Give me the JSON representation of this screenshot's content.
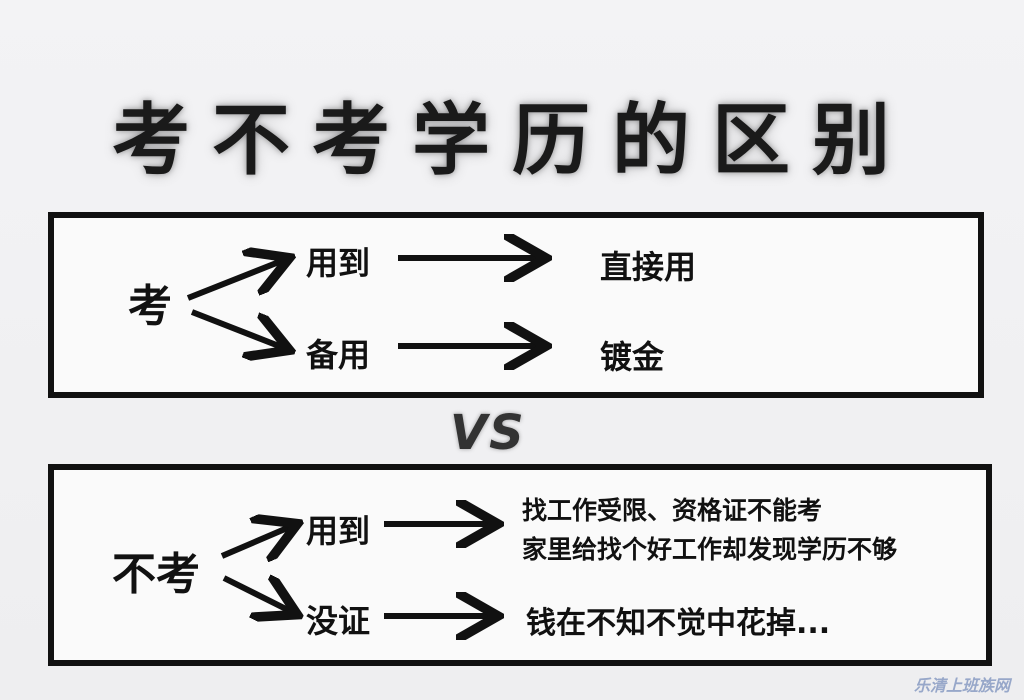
{
  "title": "考不考学历的区别",
  "top": {
    "root": "考",
    "branches": [
      {
        "label": "用到",
        "result": "直接用"
      },
      {
        "label": "备用",
        "result": "镀金"
      }
    ]
  },
  "vs": "VS",
  "bottom": {
    "root": "不考",
    "branches": [
      {
        "label": "用到",
        "result_lines": [
          "找工作受限、资格证不能考",
          "家里给找个好工作却发现学历不够"
        ]
      },
      {
        "label": "没证",
        "result_lines": [
          "钱在不知不觉中花掉..."
        ]
      }
    ]
  },
  "watermark": "乐清上班族网"
}
